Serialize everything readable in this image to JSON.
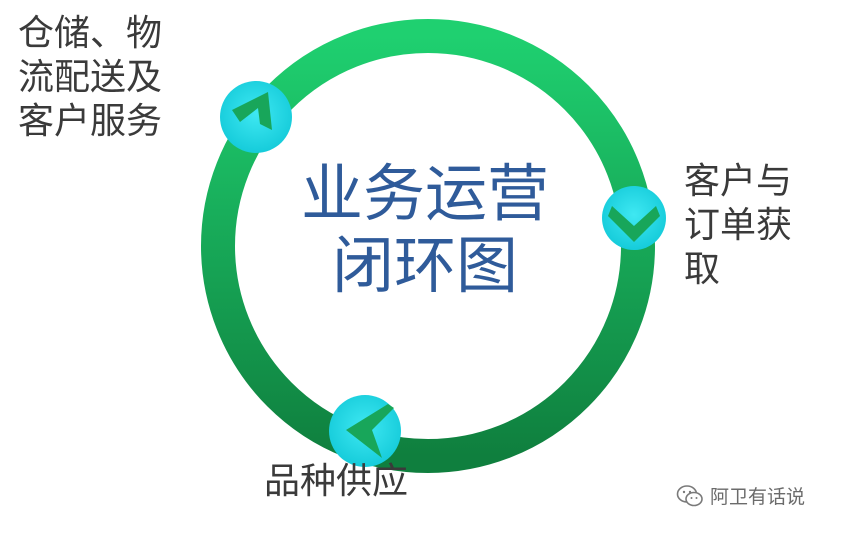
{
  "diagram": {
    "center_title_lines": [
      "业务运营",
      "闭环图"
    ],
    "stages": [
      {
        "id": "warehouse",
        "label_lines": [
          "仓储、物",
          "流配送及",
          "客户服务"
        ]
      },
      {
        "id": "acquire",
        "label_lines": [
          "客户与",
          "订单获",
          "取"
        ]
      },
      {
        "id": "supply",
        "label_lines": [
          "品种供应"
        ]
      }
    ],
    "colors": {
      "ring_top": "#1fd070",
      "ring_bottom": "#0f7f3e",
      "node": "#1ad8e6",
      "arrow": "#18a65a",
      "title": "#2f5b9a",
      "label": "#3a3a3a"
    },
    "node_icons": [
      "chevron-up-right-icon",
      "chevron-down-icon",
      "chevron-left-icon"
    ]
  },
  "watermark": {
    "icon": "wechat-icon",
    "text": "阿卫有话说"
  }
}
